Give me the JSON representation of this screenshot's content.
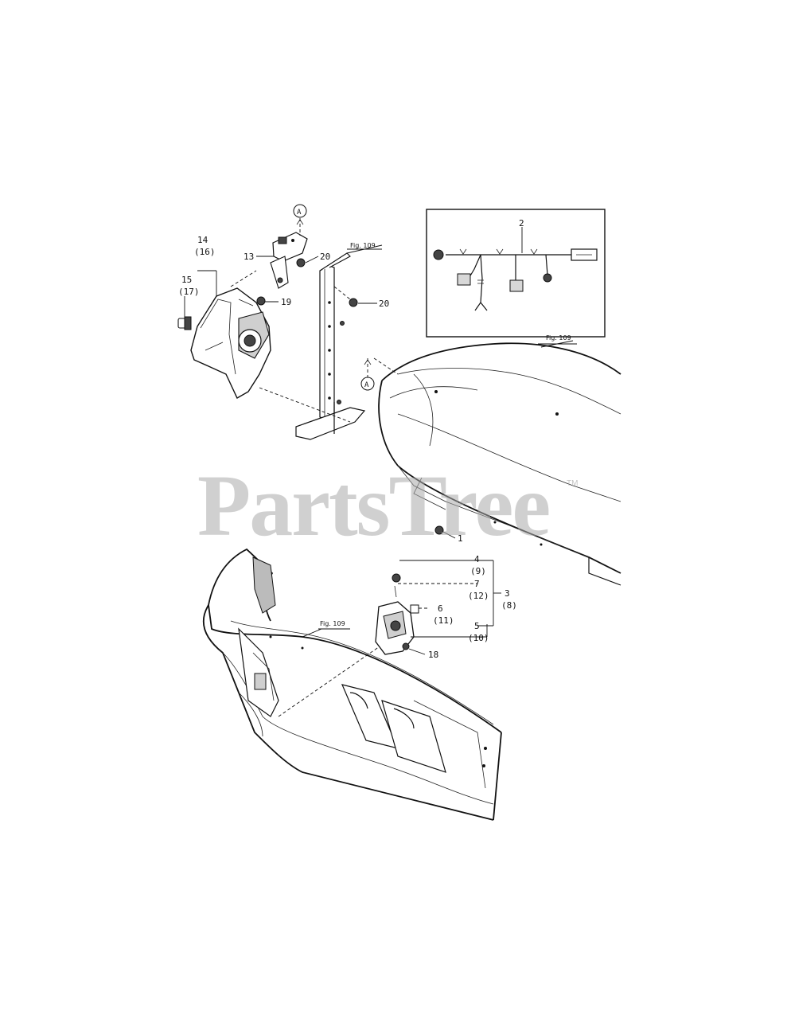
{
  "watermark": {
    "text": "PartsTree",
    "trademark": "TM"
  },
  "callouts": {
    "c1": "1",
    "c2": "2",
    "c3": "3",
    "c3b": "(8)",
    "c4": "4",
    "c4b": "(9)",
    "c5": "5",
    "c5b": "(10)",
    "c6": "6",
    "c6b": "(11)",
    "c7": "7",
    "c7b": "(12)",
    "c13": "13",
    "c14": "14",
    "c14b": "(16)",
    "c15": "15",
    "c15b": "(17)",
    "c18": "18",
    "c19": "19",
    "c20a": "20",
    "c20b": "20"
  },
  "figure_refs": {
    "top": "Fig. 109",
    "hood": "Fig. 109",
    "lower": "Fig. 109"
  },
  "markers": {
    "upper": "A",
    "lower": "A"
  }
}
